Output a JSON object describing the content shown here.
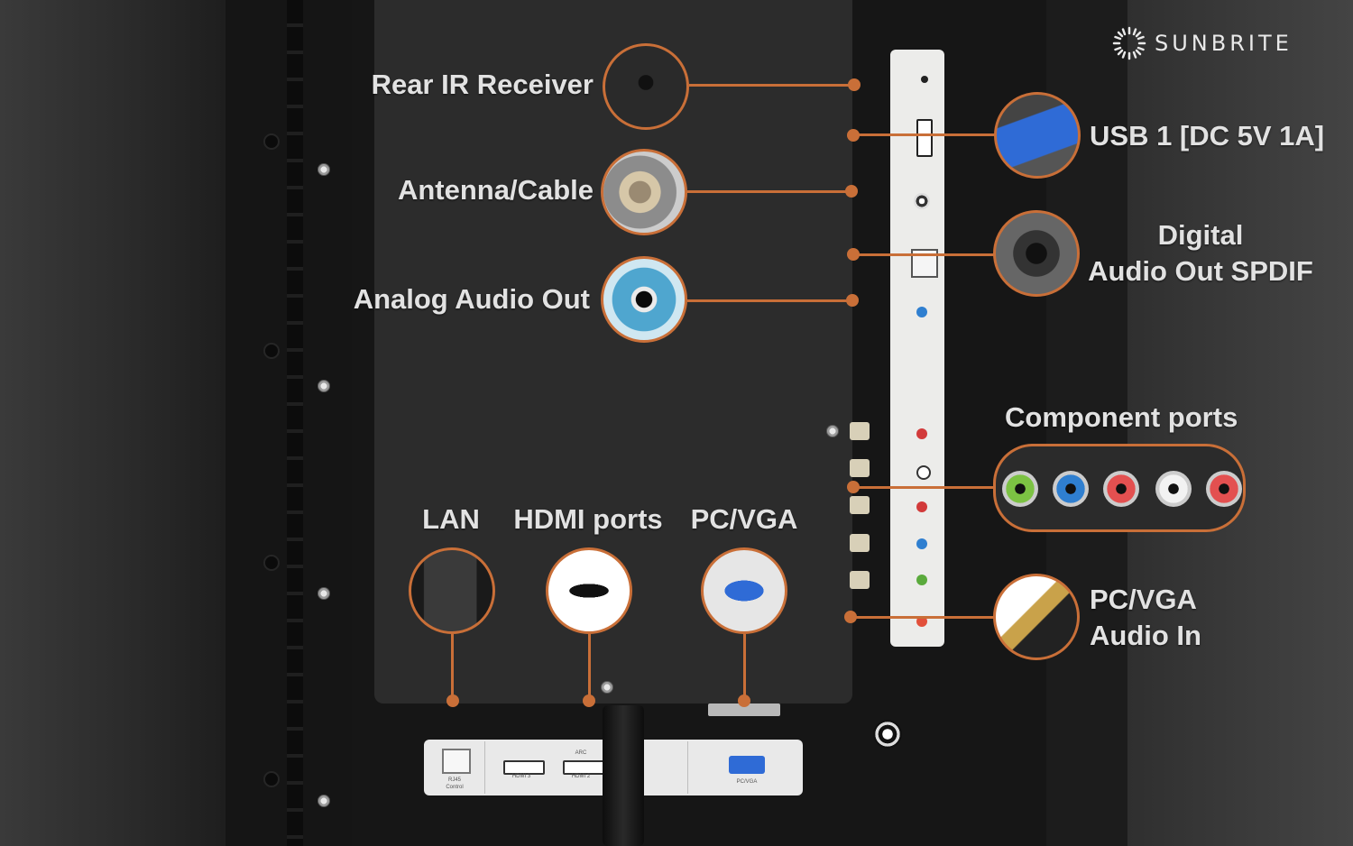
{
  "brand": {
    "name": "SUNBRITE"
  },
  "callouts": {
    "rear_ir": "Rear IR Receiver",
    "antenna": "Antenna/Cable",
    "analog_audio": "Analog Audio Out",
    "usb": "USB 1 [DC 5V 1A]",
    "digital_audio_1": "Digital",
    "digital_audio_2": "Audio Out SPDIF",
    "component": "Component ports",
    "pcvga_audio_1": "PC/VGA",
    "pcvga_audio_2": "Audio In",
    "lan": "LAN",
    "hdmi": "HDMI ports",
    "pcvga": "PC/VGA"
  },
  "panel_labels": {
    "rj45": "RJ45",
    "control": "Control",
    "hdmi3": "HDMI 3",
    "hdmi2": "HDMI 2",
    "arc": "ARC",
    "pc_vga": "PC/VGA"
  },
  "colors": {
    "accent": "#c96f38",
    "text": "#e2e2e2",
    "panel": "#2c2c2c"
  },
  "icons": [
    "sunburst-logo-icon"
  ]
}
